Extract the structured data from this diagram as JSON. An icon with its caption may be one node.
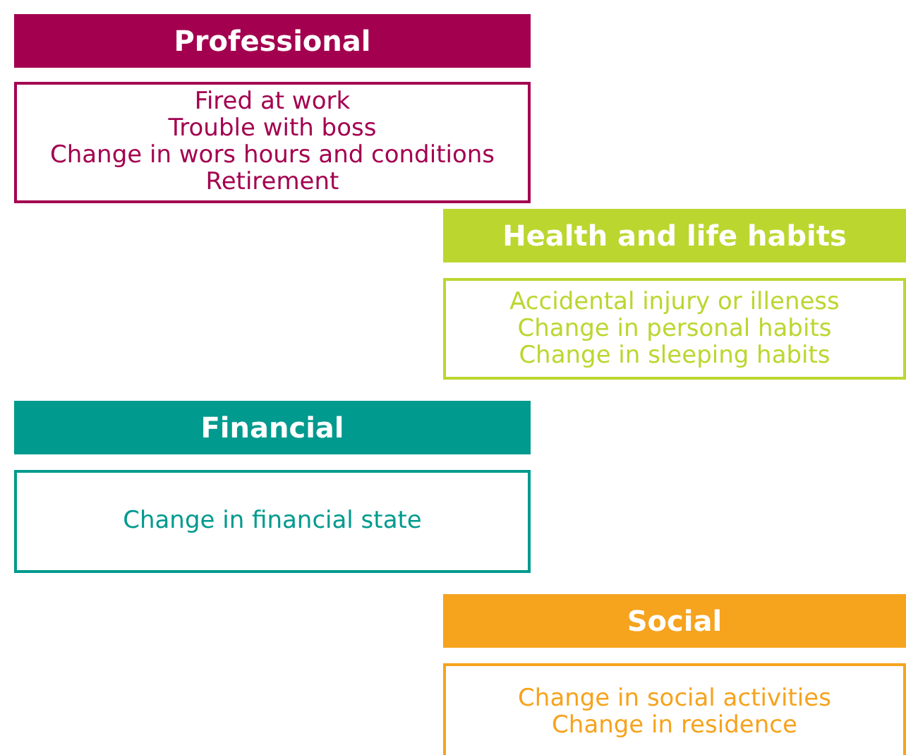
{
  "diagram": {
    "nodes": [
      {
        "text": [
          "Professional"
        ]
      },
      {
        "text": [
          "Fired at work",
          "Trouble with boss",
          "Change in wors hours and conditions",
          "Retirement"
        ]
      },
      {
        "text": [
          "Health and life habits"
        ]
      },
      {
        "text": [
          "Accidental injury or illeness",
          "Change in personal habits",
          "Change in sleeping habits"
        ]
      },
      {
        "text": [
          "Financial"
        ]
      },
      {
        "text": [
          "Change in financial state"
        ]
      },
      {
        "text": [
          "Social"
        ]
      },
      {
        "text": [
          "Change in social activities",
          "Change in residence"
        ]
      }
    ]
  }
}
